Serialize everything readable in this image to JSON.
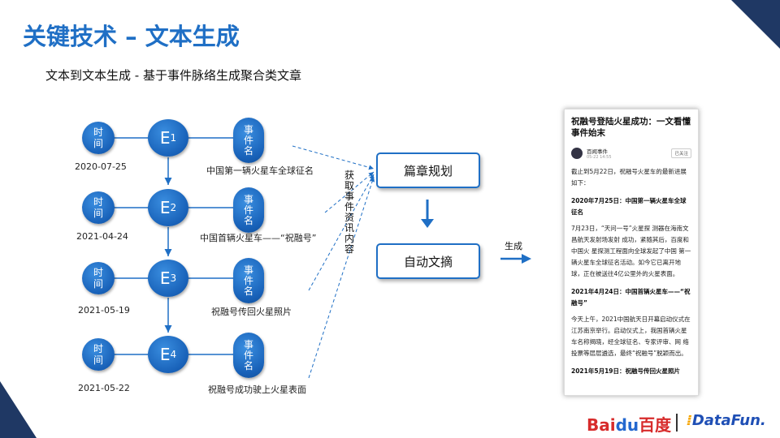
{
  "title": "关键技术 – 文本生成",
  "subtitle": "文本到文本生成 - 基于事件脉络生成聚合类文章",
  "timeline": [
    {
      "time_label": "时间",
      "date": "2020-07-25",
      "event": "E",
      "sub": "1",
      "name_label": "事件名",
      "event_name": "中国第一辆火星车全球征名"
    },
    {
      "time_label": "时间",
      "date": "2021-04-24",
      "event": "E",
      "sub": "2",
      "name_label": "事件名",
      "event_name": "中国首辆火星车——“祝融号”"
    },
    {
      "time_label": "时间",
      "date": "2021-05-19",
      "event": "E",
      "sub": "3",
      "name_label": "事件名",
      "event_name": "祝融号传回火星照片"
    },
    {
      "time_label": "时间",
      "date": "2021-05-22",
      "event": "E",
      "sub": "4",
      "name_label": "事件名",
      "event_name": "祝融号成功驶上火星表面"
    }
  ],
  "vertical_label": "获取事件资讯内容",
  "box_planning": "篇章规划",
  "box_summary": "自动文摘",
  "generate_label": "生成",
  "article": {
    "title": "祝融号登陆火星成功：一文看懂事件始末",
    "author": "百闻事件",
    "date": "05-22 14:55",
    "follow": "已关注",
    "intro": "截止到5月22日，祝融号火星车的最新进展如下：",
    "h1": "2020年7月25日：中国第一辆火星车全球征名",
    "p1": "7月23日，“天问一号”火星探 测器在海南文昌航天发射场发射 成功，紧随其后，百度和中国火 星探测工程面向全球发起了中国 第一辆火星车全球征名活动。如今它已离开地球，正在被送往4亿公里外的火星表面。",
    "h2": "2021年4月24日：中国首辆火星车——“祝融号”",
    "p2": "今天上午，2021中国航天日开幕启动仪式在江苏南京举行。启动仪式上，我国首辆火星车名称揭晓，经全球征名、专家评审、网 络投票等层层遴选，最终“祝融号”脱颖而出。",
    "h3": "2021年5月19日：祝融号传回火星照片"
  },
  "logos": {
    "baidu_1": "Bai",
    "baidu_2": "du",
    "baidu_cn": "百度",
    "datafun": "DataFun."
  },
  "colors": {
    "accent": "#1f6fc5",
    "dark": "#1f3864"
  }
}
